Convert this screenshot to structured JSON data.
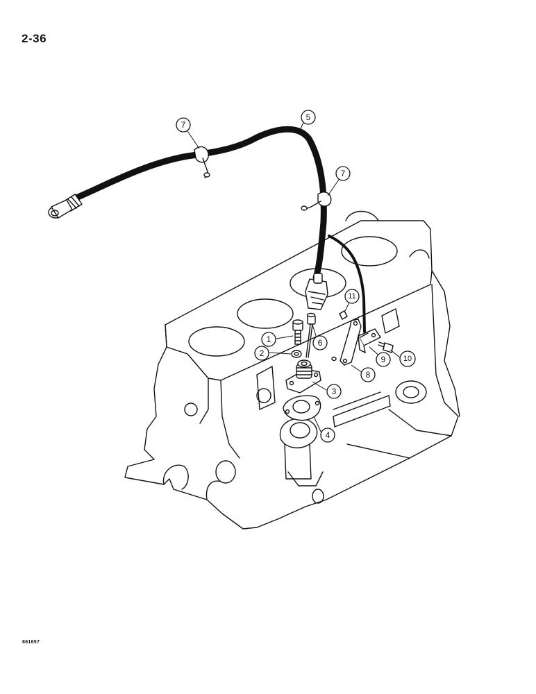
{
  "page_number": "2-36",
  "figure_code": "861657",
  "callouts": [
    {
      "id": "callout-1",
      "label": "1"
    },
    {
      "id": "callout-2",
      "label": "2"
    },
    {
      "id": "callout-3",
      "label": "3"
    },
    {
      "id": "callout-4",
      "label": "4"
    },
    {
      "id": "callout-5",
      "label": "5"
    },
    {
      "id": "callout-6",
      "label": "6"
    },
    {
      "id": "callout-7a",
      "label": "7"
    },
    {
      "id": "callout-7b",
      "label": "7"
    },
    {
      "id": "callout-8",
      "label": "8"
    },
    {
      "id": "callout-9",
      "label": "9"
    },
    {
      "id": "callout-10",
      "label": "10"
    },
    {
      "id": "callout-11",
      "label": "11"
    }
  ]
}
